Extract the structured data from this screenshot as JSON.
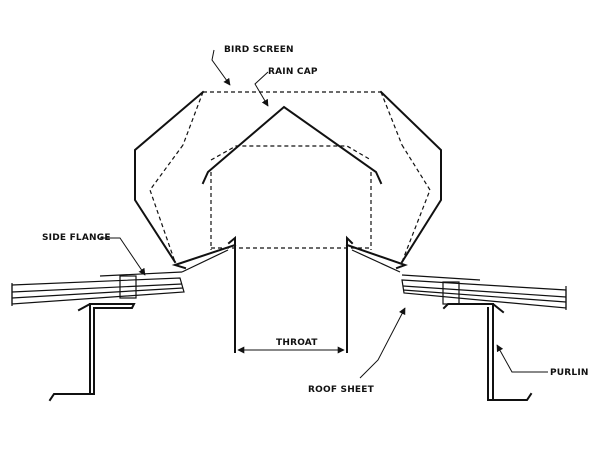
{
  "labels": {
    "bird_screen": "BIRD SCREEN",
    "rain_cap": "RAIN CAP",
    "side_flange": "SIDE FLANGE",
    "throat": "THROAT",
    "roof_sheet": "ROOF SHEET",
    "purlin": "PURLIN"
  },
  "colors": {
    "ink": "#111111",
    "background": "#ffffff"
  }
}
